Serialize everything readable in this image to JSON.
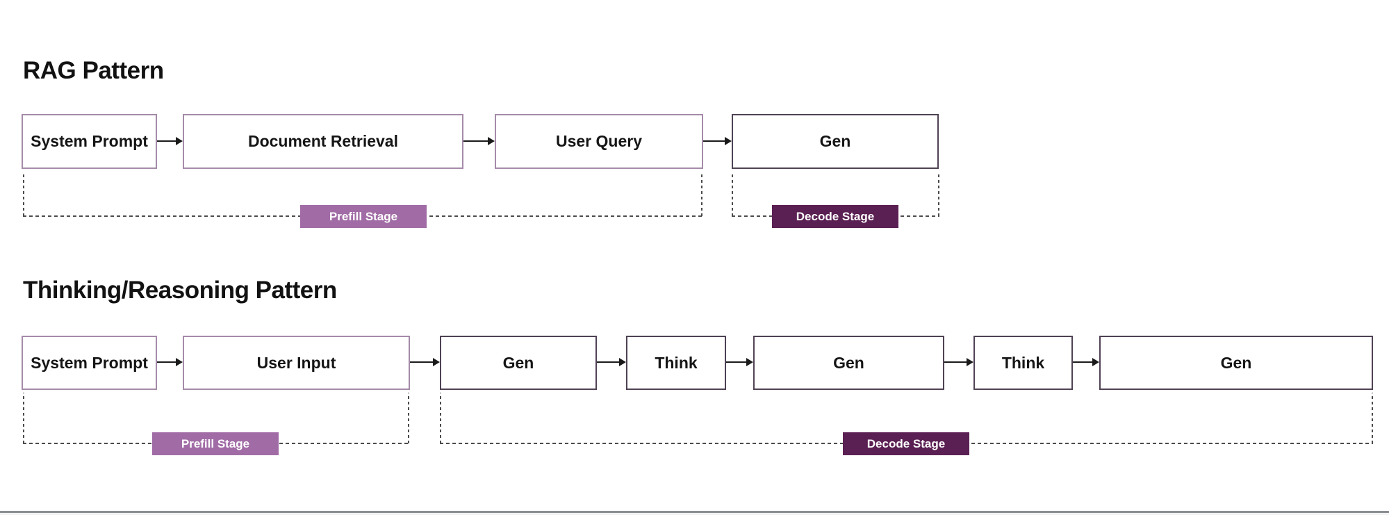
{
  "colors": {
    "prefill_badge": "#a16ca6",
    "decode_badge": "#5b2053",
    "prefill_box_border": "#a58ba9",
    "decode_box_border": "#4f4254",
    "dashed_line": "#4b4b4b",
    "arrow": "#1a1a1a",
    "heading_text": "#121212",
    "bottom_divider": "#8a8d91"
  },
  "sections": [
    {
      "title": "RAG Pattern",
      "nodes": [
        {
          "label": "System Prompt",
          "stage": "prefill"
        },
        {
          "label": "Document Retrieval",
          "stage": "prefill"
        },
        {
          "label": "User Query",
          "stage": "prefill"
        },
        {
          "label": "Gen",
          "stage": "decode"
        }
      ],
      "stage_labels": {
        "prefill": "Prefill Stage",
        "decode": "Decode Stage"
      }
    },
    {
      "title": "Thinking/Reasoning Pattern",
      "nodes": [
        {
          "label": "System Prompt",
          "stage": "prefill"
        },
        {
          "label": "User Input",
          "stage": "prefill"
        },
        {
          "label": "Gen",
          "stage": "decode"
        },
        {
          "label": "Think",
          "stage": "decode"
        },
        {
          "label": "Gen",
          "stage": "decode"
        },
        {
          "label": "Think",
          "stage": "decode"
        },
        {
          "label": "Gen",
          "stage": "decode"
        }
      ],
      "stage_labels": {
        "prefill": "Prefill Stage",
        "decode": "Decode Stage"
      }
    }
  ]
}
